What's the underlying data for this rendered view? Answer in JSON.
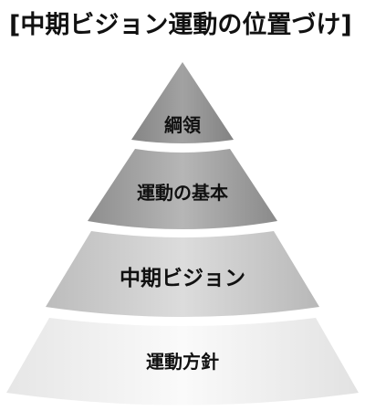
{
  "title": "[中期ビジョン運動の位置づけ]",
  "tiers": [
    {
      "label": "綱領"
    },
    {
      "label": "運動の基本"
    },
    {
      "label": "中期ビジョン"
    },
    {
      "label": "運動方針"
    }
  ]
}
